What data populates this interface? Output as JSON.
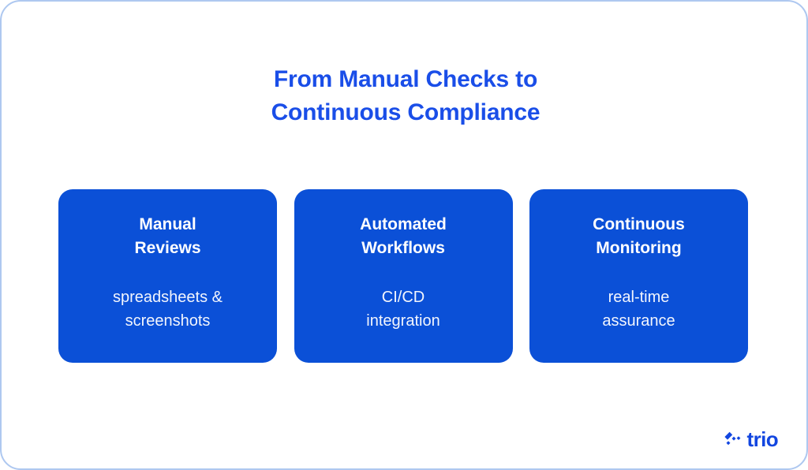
{
  "slide": {
    "background_color": "#FFFFFF",
    "border_color": "#AEC8F0",
    "title": {
      "line1": "From Manual Checks to",
      "line2": "Continuous Compliance",
      "color": "#1A4EE8"
    },
    "cards": [
      {
        "heading": "Manual\nReviews",
        "body": "spreadsheets &\nscreenshots",
        "background_color": "#0B50D7",
        "text_color": "#FFFFFF"
      },
      {
        "heading": "Automated\nWorkflows",
        "body": "CI/CD\nintegration",
        "background_color": "#0B50D7",
        "text_color": "#FFFFFF"
      },
      {
        "heading": "Continuous\nMonitoring",
        "body": "real-time\nassurance",
        "background_color": "#0B50D7",
        "text_color": "#FFFFFF"
      }
    ],
    "logo": {
      "text": "trio",
      "color": "#1246E0",
      "mark": "trio-diamond-slash-icon"
    }
  }
}
